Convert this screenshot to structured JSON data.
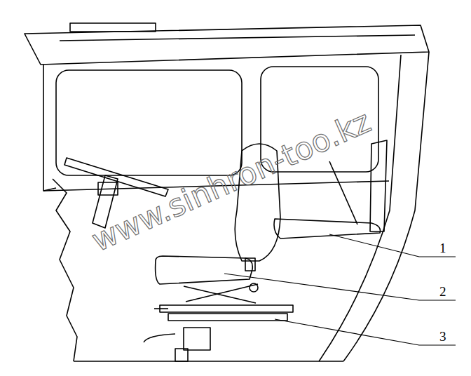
{
  "diagram": {
    "labels": [
      "www.sinhron-too.kz",
      "1",
      "2",
      "3"
    ]
  }
}
